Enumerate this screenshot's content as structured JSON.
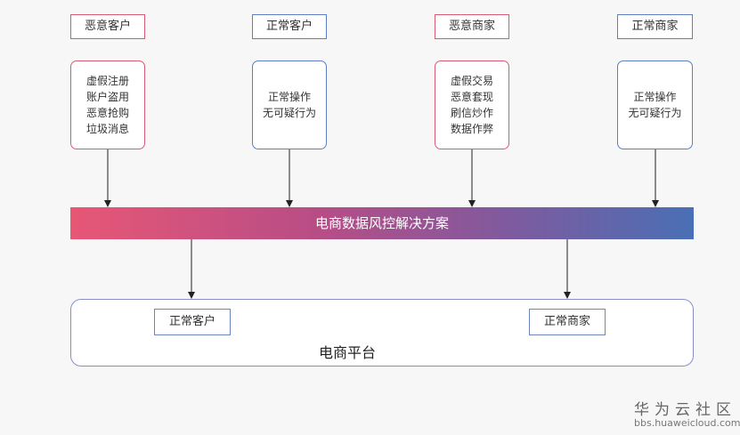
{
  "top_labels": [
    {
      "text": "恶意客户",
      "tone": "red"
    },
    {
      "text": "正常客户",
      "tone": "blue"
    },
    {
      "text": "恶意商家",
      "tone": "red"
    },
    {
      "text": "正常商家",
      "tone": "blue"
    }
  ],
  "descriptions": [
    {
      "lines": [
        "虚假注册",
        "账户盗用",
        "恶意抢购",
        "垃圾消息"
      ]
    },
    {
      "lines": [
        "正常操作",
        "无可疑行为"
      ]
    },
    {
      "lines": [
        "虚假交易",
        "恶意套现",
        "刷信炒作",
        "数据作弊"
      ]
    },
    {
      "lines": [
        "正常操作",
        "无可疑行为"
      ]
    }
  ],
  "band_label": "电商数据风控解决方案",
  "platform": {
    "label": "电商平台",
    "inner_boxes": [
      "正常客户",
      "正常商家"
    ]
  },
  "watermark": {
    "title": "华为云社区",
    "url": "bbs.huaweicloud.com"
  },
  "colors": {
    "red_border": "#d95b73",
    "blue_border": "#5b7fc2",
    "gradient_start": "#e75776",
    "gradient_end": "#4a6fb5"
  }
}
